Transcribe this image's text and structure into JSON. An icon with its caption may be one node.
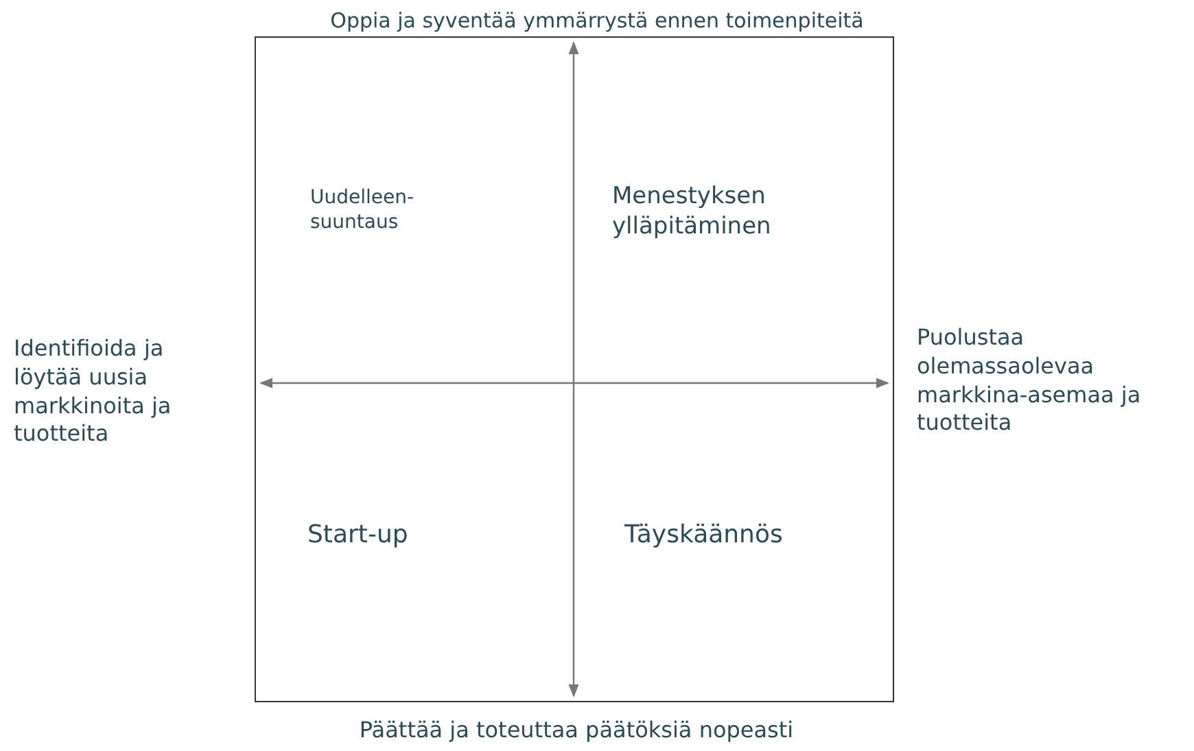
{
  "diagram": {
    "labels": [
      "Oppia ja syventää ymmärrystä ennen toimenpiteitä",
      "Uudelleen- suuntaus",
      "Menestyksen ylläpitäminen",
      "Identifioida ja löytää uusia markkinoita ja tuotteita",
      "Puolustaa olemassaolevaa markkina-asemaa ja tuotteita",
      "Start-up",
      "Täyskäännös",
      "Päättää ja toteuttaa päätöksiä nopeasti"
    ]
  }
}
